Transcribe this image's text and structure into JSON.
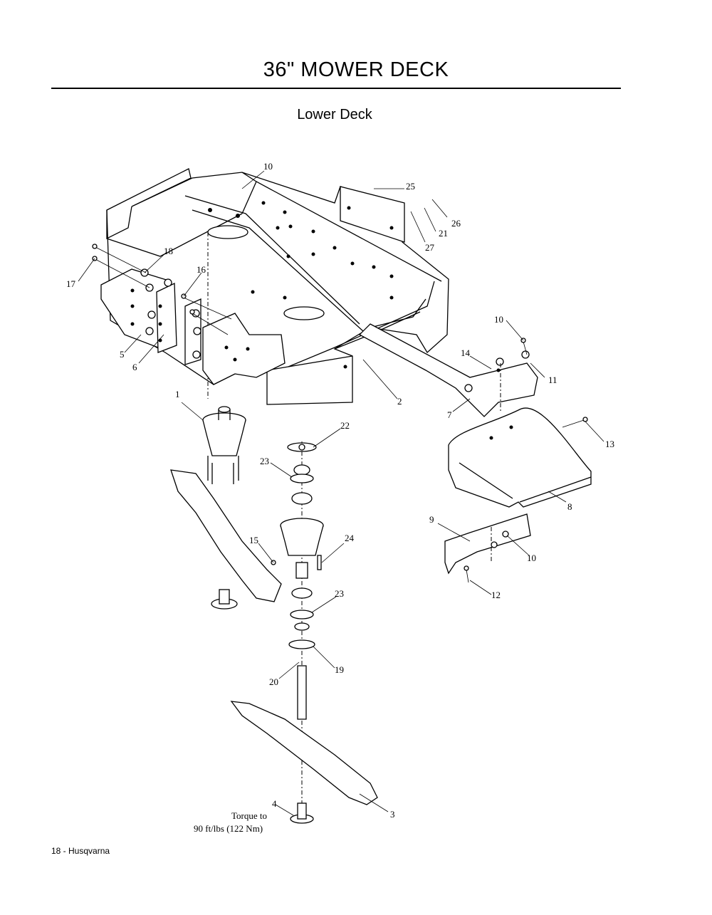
{
  "page": {
    "title": "36\" MOWER DECK",
    "subtitle": "Lower Deck",
    "footer": "18 - Husqvarna"
  },
  "callouts": [
    "10",
    "25",
    "26",
    "21",
    "27",
    "18",
    "17",
    "16",
    "5",
    "6",
    "2",
    "10",
    "14",
    "11",
    "7",
    "1",
    "22",
    "13",
    "23",
    "8",
    "9",
    "24",
    "15",
    "10",
    "12",
    "23",
    "19",
    "20",
    "4",
    "3"
  ],
  "torque_note": [
    "Torque to",
    "90 ft/lbs (122 Nm)"
  ]
}
